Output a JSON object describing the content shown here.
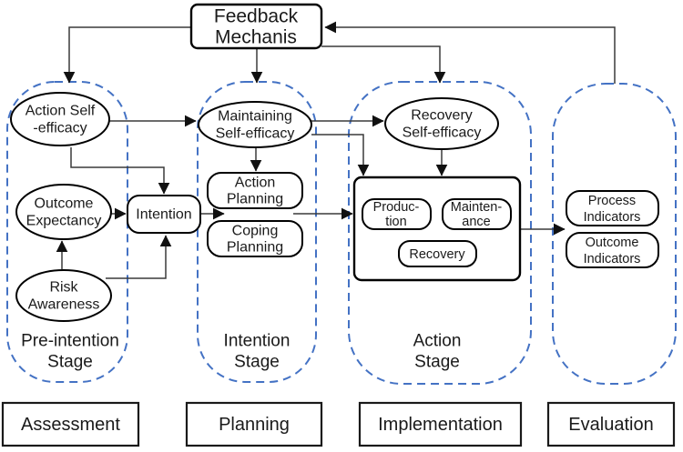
{
  "colors": {
    "stage_dash_blue": "#4472C4",
    "connector_gray": "#3a3a3a",
    "shape_border": "#000000",
    "background": "#ffffff"
  },
  "feedback": {
    "line1": "Feedback",
    "line2": "Mechanis"
  },
  "nodes": {
    "action_self_efficacy": {
      "line1": "Action Self",
      "line2": "-efficacy"
    },
    "outcome_expectancy": {
      "line1": "Outcome",
      "line2": "Expectancy"
    },
    "risk_awareness": {
      "line1": "Risk",
      "line2": "Awareness"
    },
    "intention": {
      "label": "Intention"
    },
    "maintaining_self_efficacy": {
      "line1": "Maintaining",
      "line2": "Self-efficacy"
    },
    "action_planning": {
      "line1": "Action",
      "line2": "Planning"
    },
    "coping_planning": {
      "line1": "Coping",
      "line2": "Planning"
    },
    "recovery_self_efficacy": {
      "line1": "Recovery",
      "line2": "Self-efficacy"
    },
    "production": {
      "line1": "Produc-",
      "line2": "tion"
    },
    "maintenance": {
      "line1": "Mainten-",
      "line2": "ance"
    },
    "recovery": {
      "label": "Recovery"
    },
    "process_indicators": {
      "line1": "Process",
      "line2": "Indicators"
    },
    "outcome_indicators": {
      "line1": "Outcome",
      "line2": "Indicators"
    }
  },
  "stage_labels": {
    "pre_intention": {
      "line1": "Pre-intention",
      "line2": "Stage"
    },
    "intention": {
      "line1": "Intention",
      "line2": "Stage"
    },
    "action": {
      "line1": "Action",
      "line2": "Stage"
    }
  },
  "bottom_row": {
    "assessment": "Assessment",
    "planning": "Planning",
    "implementation": "Implementation",
    "evaluation": "Evaluation"
  }
}
